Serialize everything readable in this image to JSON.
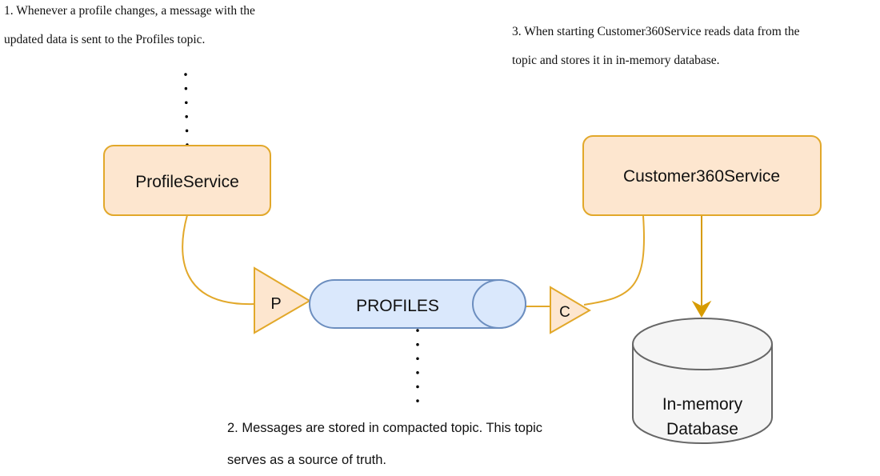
{
  "notes": {
    "note1": {
      "line1": "1. Whenever a profile changes, a message with the",
      "line2": "updated data is sent to the Profiles topic."
    },
    "note2": {
      "line1": "2. Messages are stored in compacted topic. This topic",
      "line2": "serves as a source of truth."
    },
    "note3": {
      "line1": "3. When starting Customer360Service reads data from the",
      "line2": "topic and stores it in in-memory database."
    }
  },
  "nodes": {
    "profile_service": "ProfileService",
    "customer360_service": "Customer360Service",
    "topic": "PROFILES",
    "producer": "P",
    "consumer": "C",
    "database_line1": "In-memory",
    "database_line2": "Database"
  },
  "colors": {
    "service_fill": "#fde6cf",
    "service_stroke": "#e2a82a",
    "topic_fill": "#dae8fc",
    "topic_stroke": "#6c8ebf",
    "db_fill": "#f5f5f5",
    "db_stroke": "#666666",
    "connector": "#e2a82a",
    "arrow": "#d79b00"
  }
}
